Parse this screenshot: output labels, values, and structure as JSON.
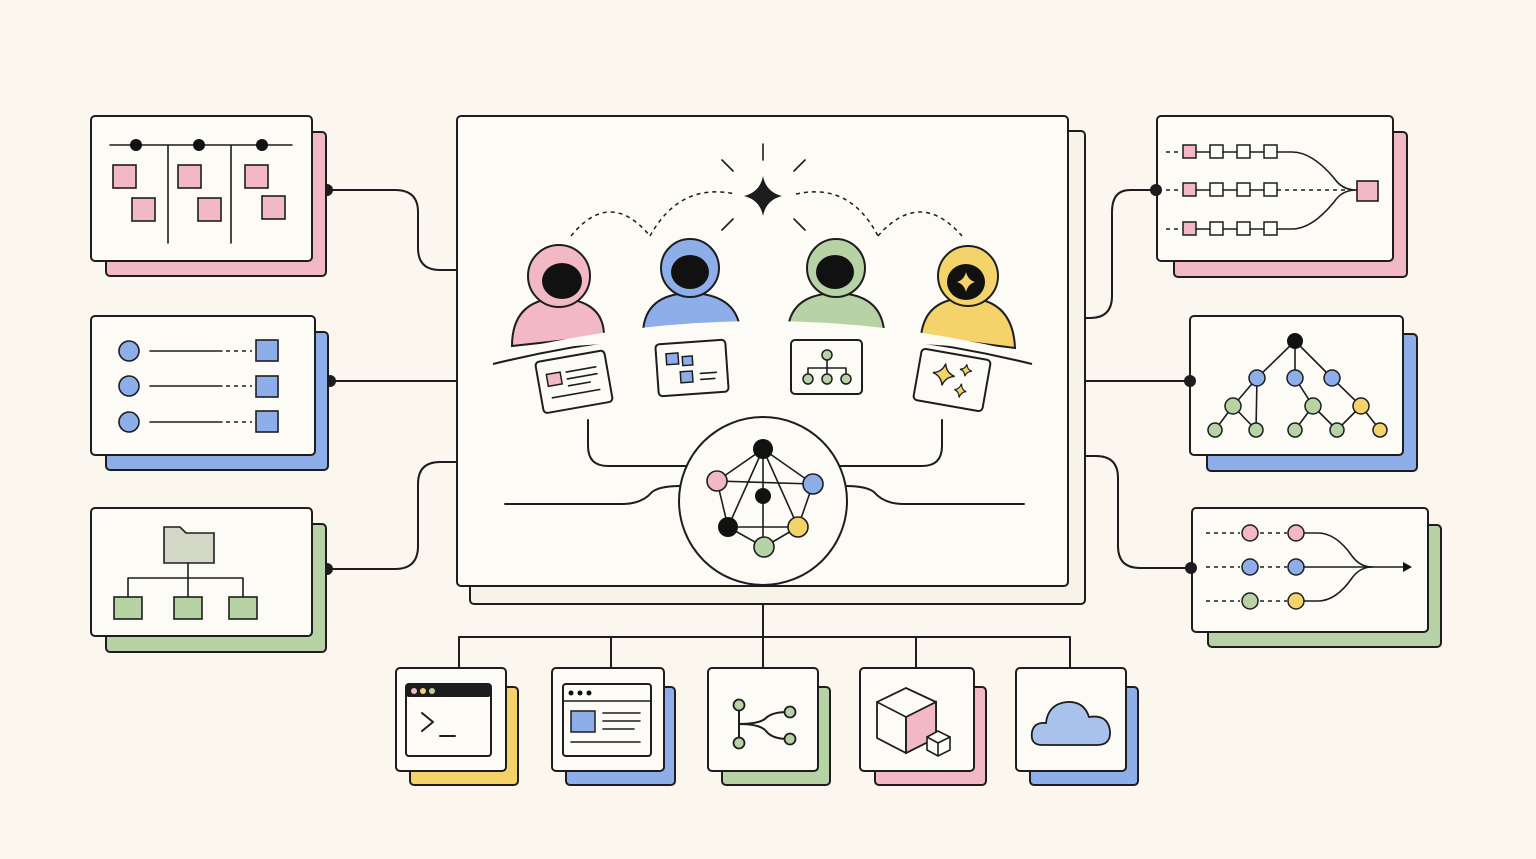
{
  "colors": {
    "background": "#fbf7ee",
    "ink": "#1d1d1f",
    "card": "#fdfbf6",
    "pink": "#f2b8c3",
    "blue": "#8eaee9",
    "green": "#b7d3a5",
    "yellow": "#f5d36b",
    "grey_green": "#d3d8c6"
  },
  "center_panel": {
    "people": [
      {
        "color": "#f2b8c3",
        "badge_icon": "none"
      },
      {
        "color": "#8eaee9",
        "badge_icon": "none"
      },
      {
        "color": "#b7d3a5",
        "badge_icon": "none"
      },
      {
        "color": "#f5d36b",
        "badge_icon": "sparkle-icon"
      }
    ],
    "tabletop_cards": [
      "document-card-icon",
      "layout-card-icon",
      "hierarchy-card-icon",
      "sparkles-card-icon"
    ],
    "hub_icon": "network-graph-icon",
    "top_icon": "sparkle-burst-icon"
  },
  "left_cards": [
    {
      "icon": "timeline-board-icon",
      "shadow": "#f2b8c3"
    },
    {
      "icon": "mapping-list-icon",
      "shadow": "#8eaee9"
    },
    {
      "icon": "folder-tree-icon",
      "shadow": "#b7d3a5"
    }
  ],
  "right_cards": [
    {
      "icon": "pipeline-merge-icon",
      "shadow": "#f2b8c3"
    },
    {
      "icon": "tree-graph-icon",
      "shadow": "#8eaee9"
    },
    {
      "icon": "flow-merge-icon",
      "shadow": "#b7d3a5"
    }
  ],
  "bottom_tools": [
    {
      "icon": "terminal-icon",
      "shadow": "#f5d36b"
    },
    {
      "icon": "browser-window-icon",
      "shadow": "#8eaee9"
    },
    {
      "icon": "git-branch-icon",
      "shadow": "#b7d3a5"
    },
    {
      "icon": "cube-package-icon",
      "shadow": "#f2b8c3"
    },
    {
      "icon": "cloud-icon",
      "shadow": "#8eaee9"
    }
  ]
}
